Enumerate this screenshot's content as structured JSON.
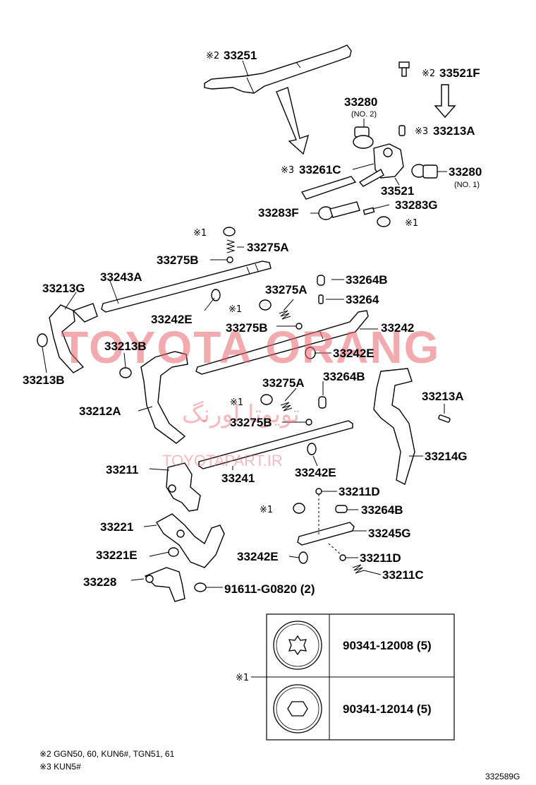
{
  "labels": {
    "p33251": "33251",
    "p33521F": "33521F",
    "p33280_no2": "33280",
    "no2": "(NO. 2)",
    "p33213A_top": "33213A",
    "p33261C": "33261C",
    "p33280_no1": "33280",
    "no1": "(NO. 1)",
    "p33521": "33521",
    "p33283F": "33283F",
    "p33283G": "33283G",
    "p33275A_1": "33275A",
    "p33275B_1": "33275B",
    "p33243A": "33243A",
    "p33213G": "33213G",
    "p33242E_1": "33242E",
    "p33275A_2": "33275A",
    "p33264B_1": "33264B",
    "p33264": "33264",
    "p33275B_2": "33275B",
    "p33242": "33242",
    "p33213B_1": "33213B",
    "p33242E_2": "33242E",
    "p33213B_2": "33213B",
    "p33275A_3": "33275A",
    "p33264B_2": "33264B",
    "p33212A": "33212A",
    "p33213A_mid": "33213A",
    "p33275B_3": "33275B",
    "p33214G": "33214G",
    "p33211": "33211",
    "p33241": "33241",
    "p33242E_3": "33242E",
    "p33211D_1": "33211D",
    "p33264B_3": "33264B",
    "p33221": "33221",
    "p33245G": "33245G",
    "p33221E": "33221E",
    "p33242E_4": "33242E",
    "p33211D_2": "33211D",
    "p33211C": "33211C",
    "p33228": "33228",
    "p91611": "91611-G0820 (2)",
    "bolt1": "90341-12008 (5)",
    "bolt2": "90341-12014 (5)"
  },
  "marks": {
    "m1": "※1",
    "m2": "※2",
    "m3": "※3"
  },
  "footnotes": {
    "note2": "※2 GGN50, 60, KUN6#, TGN51, 61",
    "note3": "※3 KUN5#"
  },
  "figure_code": "332589G",
  "watermark": {
    "main": "TOYOTA ORANG",
    "persian": "تویوتا اورنگ",
    "site": "TOYOTAPART.IR"
  },
  "colors": {
    "watermark": "#e8646e",
    "ink": "#000000"
  }
}
